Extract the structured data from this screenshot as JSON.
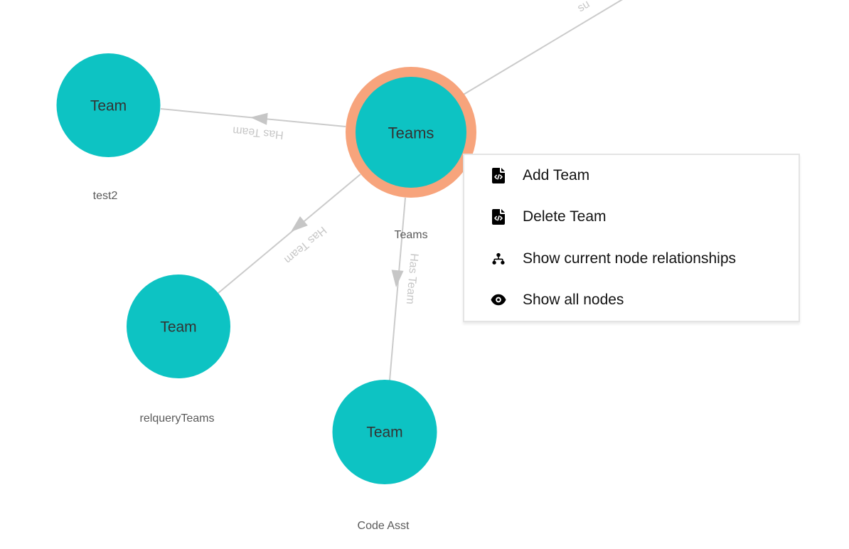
{
  "graph": {
    "selected_node": {
      "label": "Teams",
      "caption": "Teams"
    },
    "nodes": [
      {
        "label": "Team",
        "caption": "test2"
      },
      {
        "label": "Team",
        "caption": "relqueryTeams"
      },
      {
        "label": "Team",
        "caption": "Code Asst"
      }
    ],
    "edge_labels": {
      "to_test2": "Has Team",
      "to_relqueryTeams": "Has Team",
      "to_codeAsst": "Has Team",
      "offscreen_partial": "su"
    },
    "colors": {
      "node_fill": "#0dc3c3",
      "selection_ring": "#f7a47c",
      "edge": "#cbcbcb",
      "edge_label": "#c7c7c7",
      "node_label_text": "#333333",
      "caption_text": "#5a5a5a"
    }
  },
  "context_menu": {
    "background": "#ffffff",
    "border_color": "#e4e4e4",
    "text_color": "#121212",
    "items": [
      {
        "icon": "file-code-icon",
        "label": "Add Team"
      },
      {
        "icon": "file-code-icon",
        "label": "Delete Team"
      },
      {
        "icon": "sitemap-icon",
        "label": "Show current node relationships"
      },
      {
        "icon": "eye-icon",
        "label": "Show all nodes"
      }
    ]
  }
}
